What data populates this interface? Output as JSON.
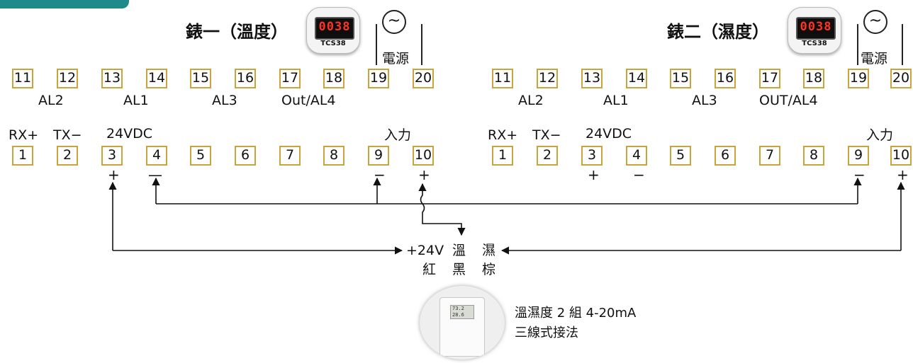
{
  "banner_color": "#1e8a8a",
  "box_color": "#c7a53a",
  "meters": [
    {
      "title": "錶一（溫度）",
      "display": "0038",
      "model": "TCS38",
      "power_label": "電源",
      "top_terminals": [
        "11",
        "12",
        "13",
        "14",
        "15",
        "16",
        "17",
        "18",
        "19",
        "20"
      ],
      "top_groups": [
        "AL2",
        "AL1",
        "AL3",
        "Out/AL4"
      ],
      "bottom_terminals": [
        "1",
        "2",
        "3",
        "4",
        "5",
        "6",
        "7",
        "8",
        "9",
        "10"
      ],
      "rx": "RX+",
      "tx": "TX−",
      "vdc": "24VDC",
      "input": "入力",
      "plus3": "+",
      "minus4": "—",
      "minus9": "−",
      "plus10": "+"
    },
    {
      "title": "錶二（濕度）",
      "display": "0038",
      "model": "TCS38",
      "power_label": "電源",
      "top_terminals": [
        "11",
        "12",
        "13",
        "14",
        "15",
        "16",
        "17",
        "18",
        "19",
        "20"
      ],
      "top_groups": [
        "AL2",
        "AL1",
        "AL3",
        "OUT/AL4"
      ],
      "bottom_terminals": [
        "1",
        "2",
        "3",
        "4",
        "5",
        "6",
        "7",
        "8",
        "9",
        "10"
      ],
      "rx": "RX+",
      "tx": "TX−",
      "vdc": "24VDC",
      "input": "入力",
      "plus3": "+",
      "minus4": "−",
      "minus9": "−",
      "plus10": "+"
    }
  ],
  "sensor": {
    "plus24v": "+24V",
    "temp": "溫",
    "humid": "濕",
    "red": "紅",
    "black": "黑",
    "brown": "棕",
    "lcd_line1": "73.2",
    "lcd_line2": "28.6",
    "desc_line1": "溫濕度 2 組 4-20mA",
    "desc_line2": "三線式接法"
  }
}
